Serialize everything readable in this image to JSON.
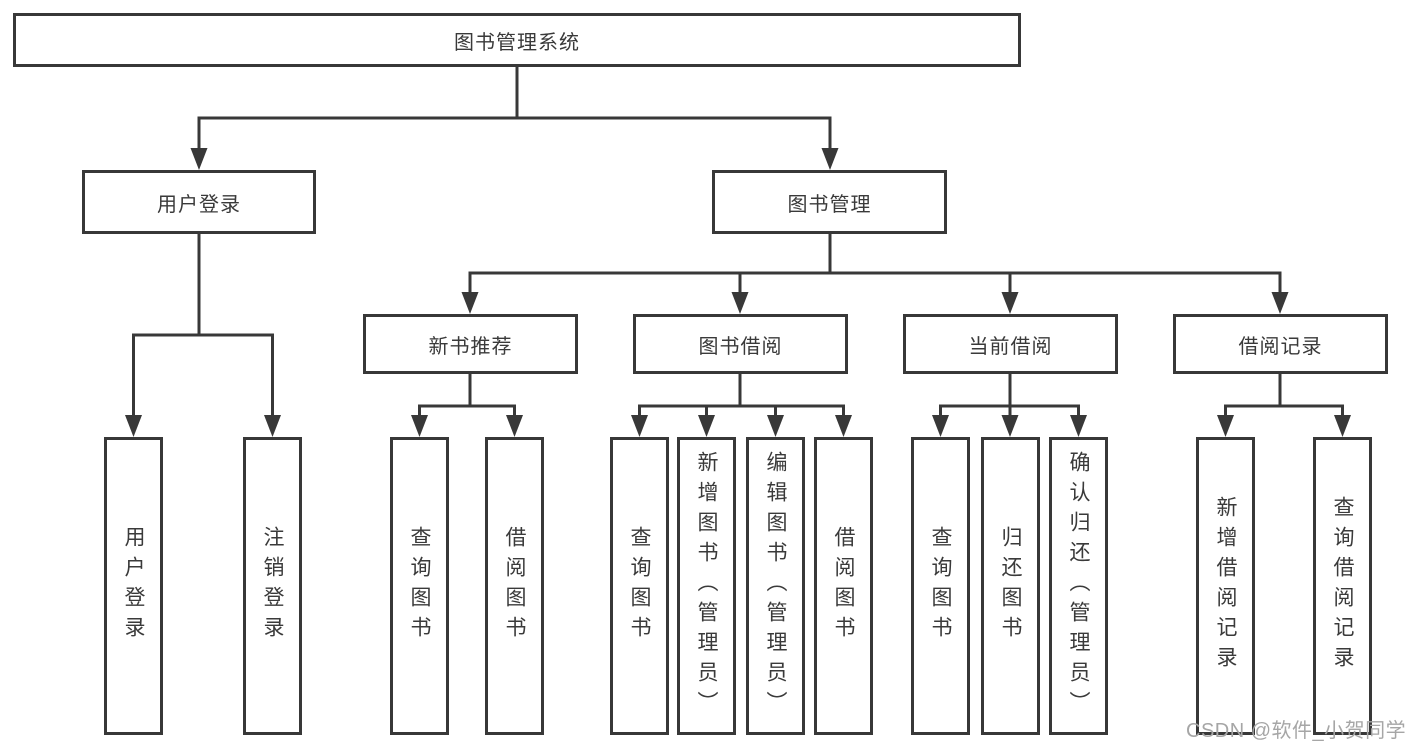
{
  "tree": {
    "label": "图书管理系统",
    "children": [
      {
        "label": "用户登录",
        "children": [
          {
            "label": "用户登录"
          },
          {
            "label": "注销登录"
          }
        ]
      },
      {
        "label": "图书管理",
        "children": [
          {
            "label": "新书推荐",
            "children": [
              {
                "label": "查询图书"
              },
              {
                "label": "借阅图书"
              }
            ]
          },
          {
            "label": "图书借阅",
            "children": [
              {
                "label": "查询图书"
              },
              {
                "label": "新增图书（管理员）"
              },
              {
                "label": "编辑图书（管理员）"
              },
              {
                "label": "借阅图书"
              }
            ]
          },
          {
            "label": "当前借阅",
            "children": [
              {
                "label": "查询图书"
              },
              {
                "label": "归还图书"
              },
              {
                "label": "确认归还（管理员）"
              }
            ]
          },
          {
            "label": "借阅记录",
            "children": [
              {
                "label": "新增借阅记录"
              },
              {
                "label": "查询借阅记录"
              }
            ]
          }
        ]
      }
    ]
  },
  "watermark": {
    "text": "CSDN @软件_小贺同学"
  },
  "colors": {
    "line": "#383838",
    "border": "#383838",
    "text": "#3a3a3a",
    "background": "#ffffff",
    "watermark": "#a6a6a6"
  }
}
